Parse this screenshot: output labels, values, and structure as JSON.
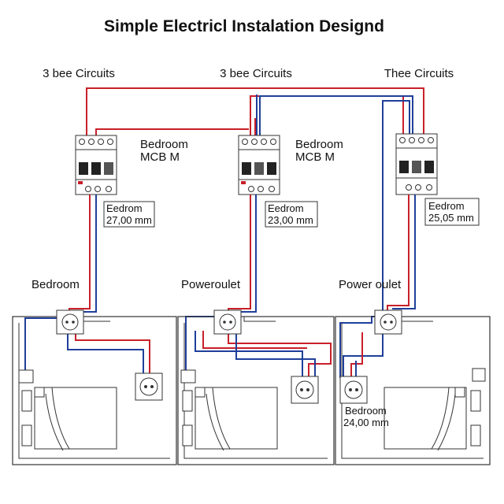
{
  "title": "Simple Electricl Instalation Designd",
  "circuits": [
    {
      "header": "3 bee Circuits",
      "mcb_label": [
        "Bedroom",
        "MCB M"
      ],
      "rating": [
        "Eedrom",
        "27,00 mm"
      ],
      "room_label": "Bedroom"
    },
    {
      "header": "3 bee Circuits",
      "mcb_label": [
        "Bedroom",
        "MCB M"
      ],
      "rating": [
        "Eedrom",
        "23,00 mm"
      ],
      "room_label": "Poweroulet"
    },
    {
      "header": "Thee Circuits",
      "rating": [
        "Eedrom",
        "25,05 mm"
      ],
      "room_label": "Power oulet"
    }
  ],
  "room_note": [
    "Bedroom",
    "24,00 mm"
  ],
  "colors": {
    "live": "#c8202a",
    "neutral": "#1f3f9a",
    "outline": "#333333"
  }
}
